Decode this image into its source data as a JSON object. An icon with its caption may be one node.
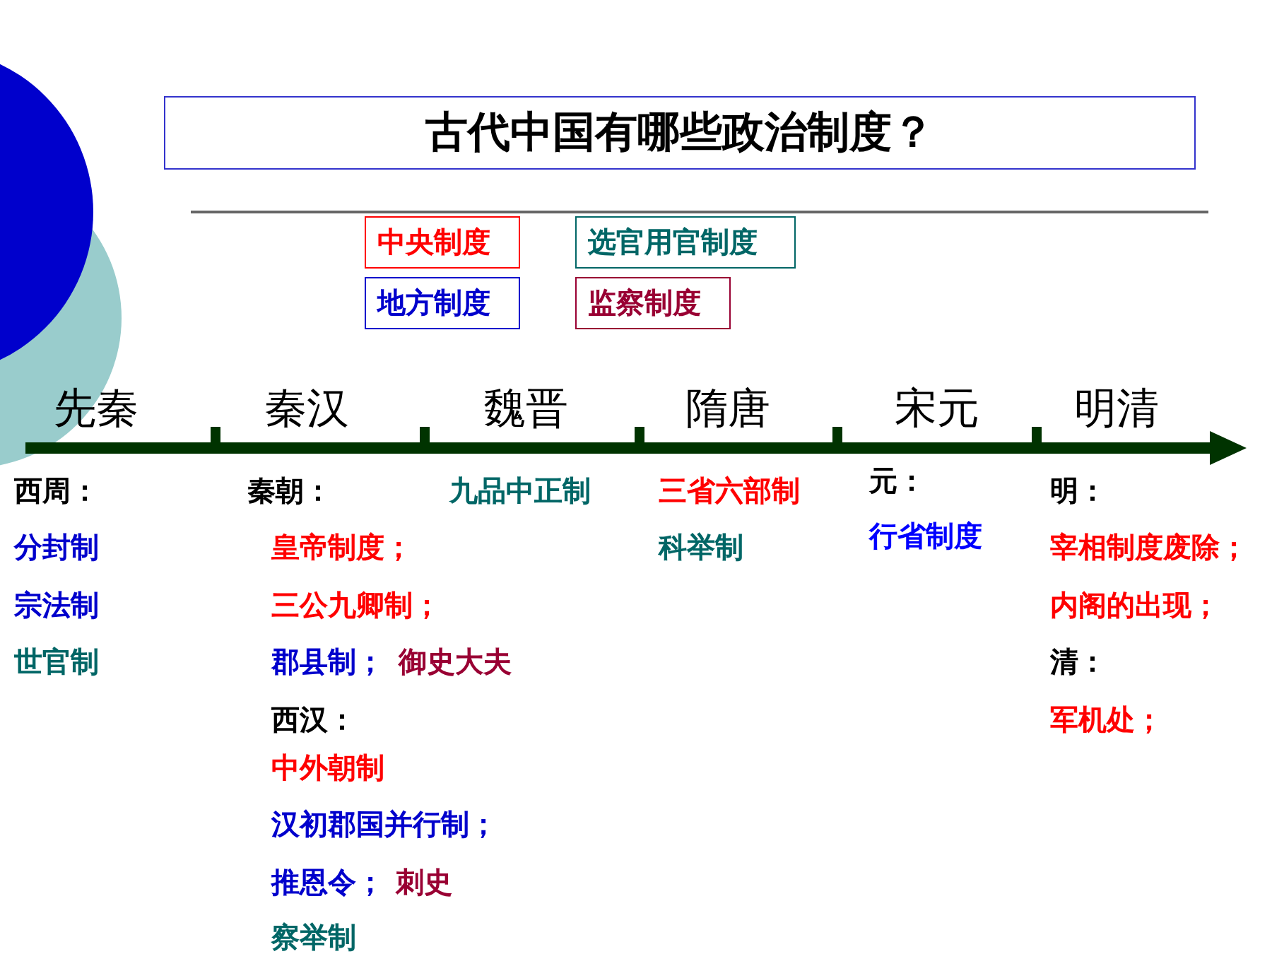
{
  "diagram": {
    "title": "古代中国有哪些政治制度？",
    "labels": [
      "先秦",
      "秦汉",
      "魏晋",
      "隋唐",
      "宋元",
      "明清",
      "西周：",
      "分封制",
      "宗法制",
      "世官制",
      "秦朝：",
      "皇帝制度；",
      "三公九卿制；",
      "郡县制；",
      "御史大夫",
      "西汉：",
      "中外朝制",
      "汉初郡国并行制；",
      "推恩令；",
      "刺史",
      "察举制",
      "九品中正制",
      "三省六部制",
      "科举制",
      "元：",
      "行省制度",
      "明：",
      "宰相制度废除；",
      "内阁的出现；",
      "清：",
      "军机处；"
    ],
    "legend": [
      {
        "text": "中央制度",
        "color": "#ff0000"
      },
      {
        "text": "选官用官制度",
        "color": "#006666"
      },
      {
        "text": "地方制度",
        "color": "#0000cc"
      },
      {
        "text": "监察制度",
        "color": "#990033"
      }
    ]
  }
}
